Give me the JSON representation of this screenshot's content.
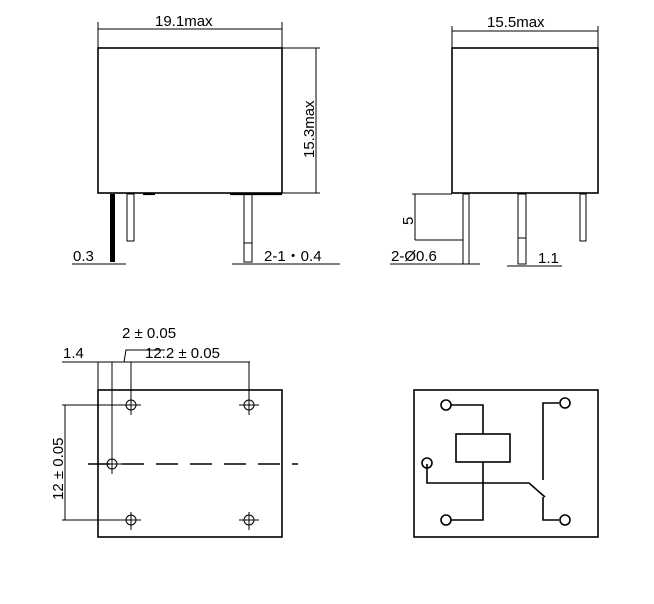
{
  "drawing": {
    "subject": "Relay dimensional drawing",
    "front_view": {
      "width_label": "19.1max",
      "height_label": "15.3max",
      "pin_thickness_label": "0.3",
      "pin_width_label": "2-1・0.4"
    },
    "side_view": {
      "width_label": "15.5max",
      "pin_length_label": "5",
      "pin_diameter_label": "2-Ø0.6",
      "pin_width_label": "1.1"
    },
    "pcb_layout": {
      "offset_label": "1.4",
      "pitch_small_label": "2 ± 0.05",
      "pitch_large_label": "12.2 ± 0.05",
      "vertical_pitch_label": "12 ± 0.05"
    },
    "schematic": {
      "description": "Coil with SPDT switch contacts",
      "terminals": 5
    }
  }
}
